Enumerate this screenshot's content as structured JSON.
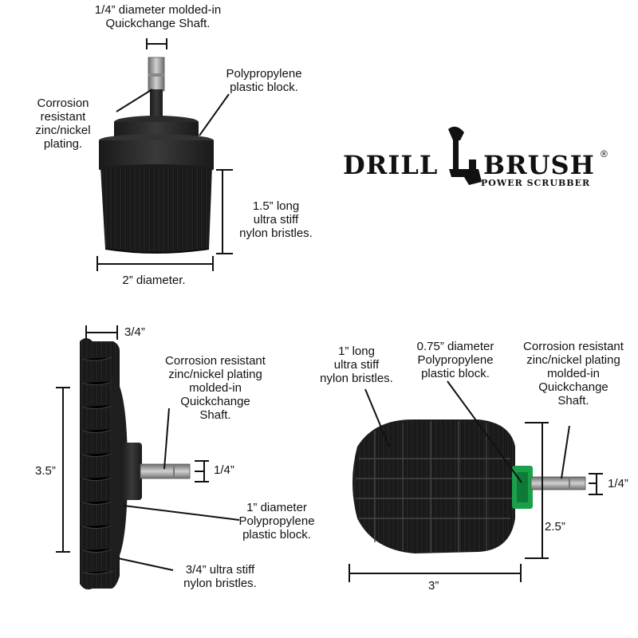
{
  "brand": {
    "word1": "DRILL",
    "word2": "BRUSH",
    "tagline": "POWER SCRUBBER",
    "registered": "®"
  },
  "top_brush": {
    "shaft_label": "1/4” diameter molded-in\nQuickchange Shaft.",
    "block_label": "Polypropylene\nplastic block.",
    "plating_label": "Corrosion\nresistant\nzinc/nickel\nplating.",
    "bristle_label": "1.5” long\nultra stiff\nnylon bristles.",
    "diameter_label": "2” diameter."
  },
  "side_brush": {
    "width_label": "3/4”",
    "height_label": "3.5”",
    "plating_label": "Corrosion resistant\nzinc/nickel plating\nmolded-in\nQuickchange\nShaft.",
    "shaft_label": "1/4”",
    "block_label": "1” diameter\nPolypropylene\nplastic block.",
    "bristle_label": "3/4” ultra stiff\nnylon bristles."
  },
  "round_brush": {
    "bristle_label": "1” long\nultra stiff\nnylon bristles.",
    "block_label": "0.75” diameter\nPolypropylene\nplastic block.",
    "plating_label": "Corrosion resistant\nzinc/nickel plating\nmolded-in\nQuickchange\nShaft.",
    "shaft_label": "1/4”",
    "height_label": "2.5”",
    "width_label": "3”"
  },
  "colors": {
    "brush_black": "#141414",
    "block_gray": "#2a2a2a",
    "metal": "#9a9a9a",
    "collar_green": "#1aa04a",
    "ink": "#111111"
  }
}
